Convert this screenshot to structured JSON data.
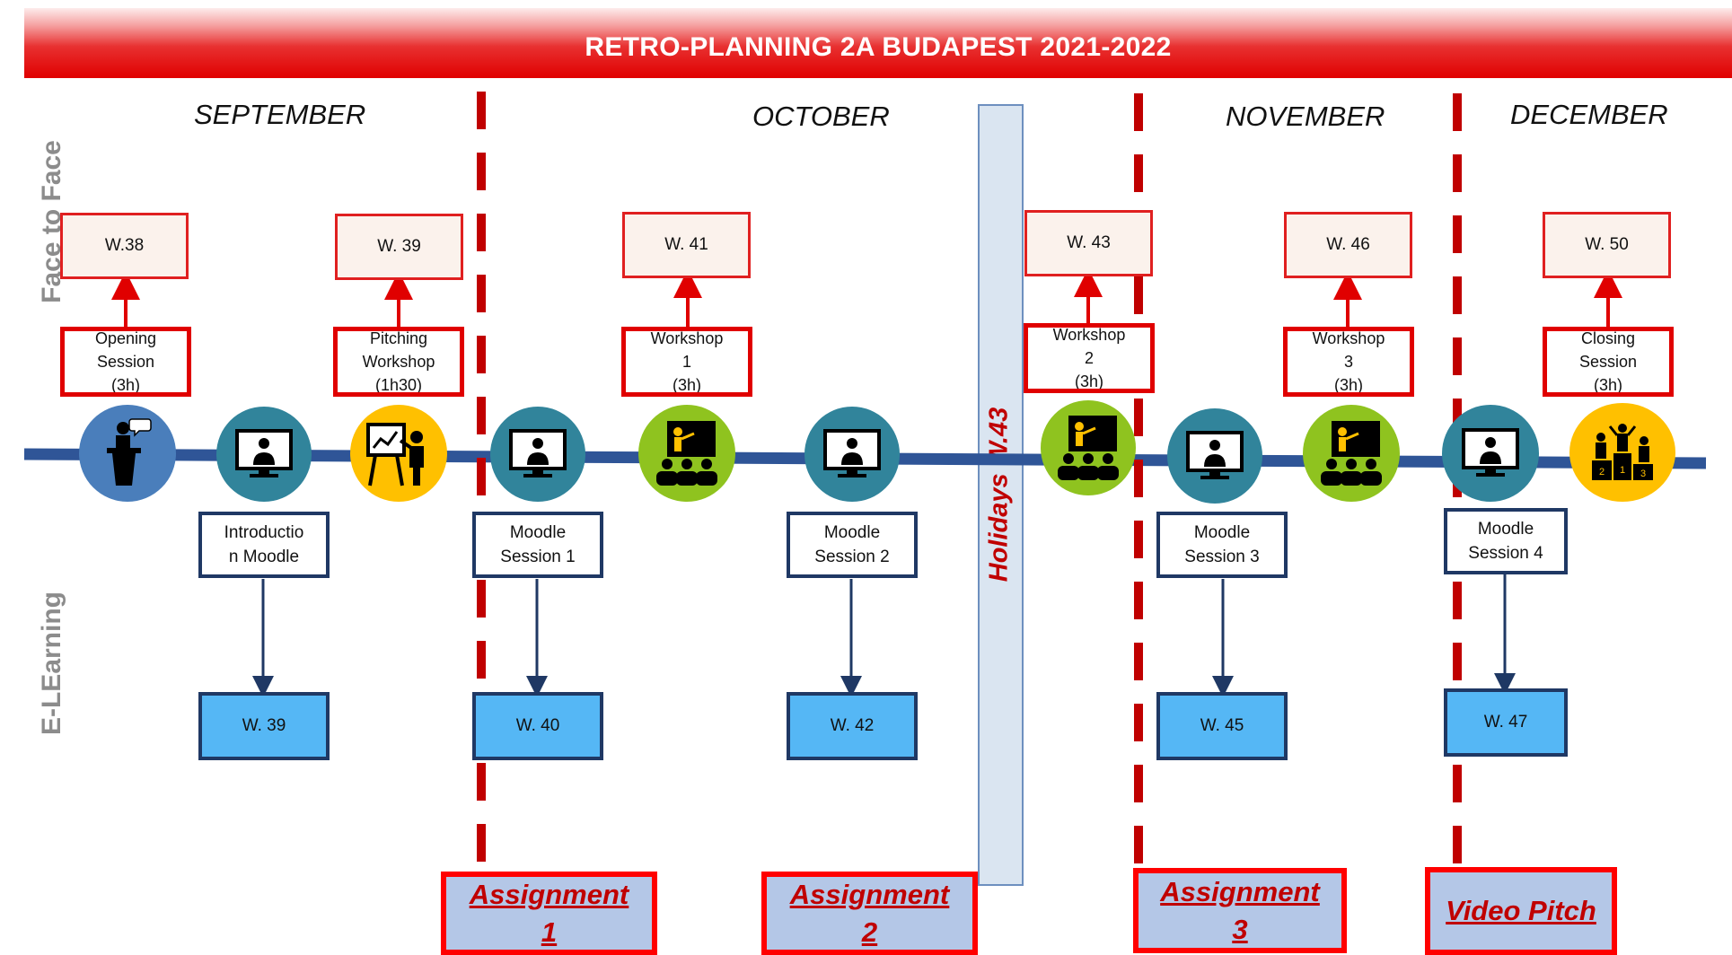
{
  "title": "RETRO-PLANNING 2A BUDAPEST 2021-2022",
  "months": [
    "SEPTEMBER",
    "OCTOBER",
    "NOVEMBER",
    "DECEMBER"
  ],
  "side_labels": {
    "face_to_face": "Face to Face",
    "elearning": "E-LEarning"
  },
  "holidays_label": "Holidays W.43",
  "face_to_face": [
    {
      "week": "W.38",
      "line1": "Opening",
      "line2": "Session",
      "line3": "(3h)",
      "icon": "speaker-podium-icon"
    },
    {
      "week": "W. 39",
      "line1": "Pitching",
      "line2": "Workshop",
      "line3": "(1h30)",
      "icon": "presentation-board-icon"
    },
    {
      "week": "W. 41",
      "line1": "Workshop",
      "line2": "1",
      "line3": "(3h)",
      "icon": "classroom-teacher-icon"
    },
    {
      "week": "W. 43",
      "line1": "Workshop",
      "line2": "2",
      "line3": "(3h)",
      "icon": "classroom-teacher-icon"
    },
    {
      "week": "W. 46",
      "line1": "Workshop",
      "line2": "3",
      "line3": "(3h)",
      "icon": "classroom-teacher-icon"
    },
    {
      "week": "W. 50",
      "line1": "Closing",
      "line2": "Session",
      "line3": "(3h)",
      "icon": "podium-winners-icon"
    }
  ],
  "elearning": [
    {
      "line1": "Introductio",
      "line2": "n Moodle",
      "week": "W. 39",
      "icon": "computer-monitor-icon"
    },
    {
      "line1": "Moodle",
      "line2": "Session 1",
      "week": "W. 40",
      "icon": "computer-monitor-icon"
    },
    {
      "line1": "Moodle",
      "line2": "Session 2",
      "week": "W. 42",
      "icon": "computer-monitor-icon"
    },
    {
      "line1": "Moodle",
      "line2": "Session 3",
      "week": "W. 45",
      "icon": "computer-monitor-icon"
    },
    {
      "line1": "Moodle",
      "line2": "Session 4",
      "week": "W. 47",
      "icon": "computer-monitor-icon"
    }
  ],
  "assignments": [
    {
      "line1": "Assignment",
      "line2": "1"
    },
    {
      "line1": "Assignment",
      "line2": "2"
    },
    {
      "line1": "Assignment",
      "line2": "3"
    },
    {
      "line1": "Video Pitch",
      "line2": ""
    }
  ],
  "colors": {
    "title_red": "#e00000",
    "timeline_blue": "#2f5597",
    "elearning_circle": "#31849b",
    "workshop_circle": "#8fc31f",
    "accent_yellow": "#ffc000",
    "speaker_circle": "#4a7ebb",
    "elearning_week_box": "#55b7f5",
    "assignment_fill": "#b4c7e7"
  }
}
